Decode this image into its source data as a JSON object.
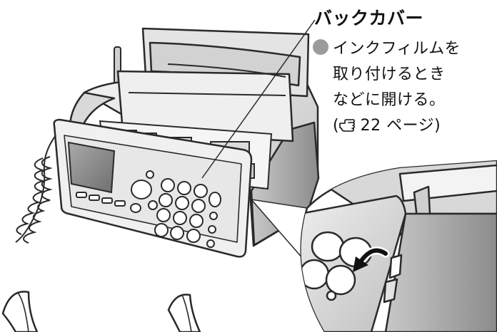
{
  "callout": {
    "title": "バックカバー",
    "lines": [
      "インクフィルムを",
      "取り付けるとき",
      "などに開ける。"
    ],
    "ref_open": "(",
    "ref_page": " 22 ページ)",
    "icon": "pointing-hand-icon",
    "bullet_icon": "gray-circle-bullet"
  },
  "colors": {
    "outline": "#2a2a2a",
    "body_light": "#eeeeee",
    "body_mid": "#d4d4d4",
    "body_dark": "#9a9a9a",
    "screen": "#8a8a8a",
    "bullet": "#9b9b9b"
  }
}
